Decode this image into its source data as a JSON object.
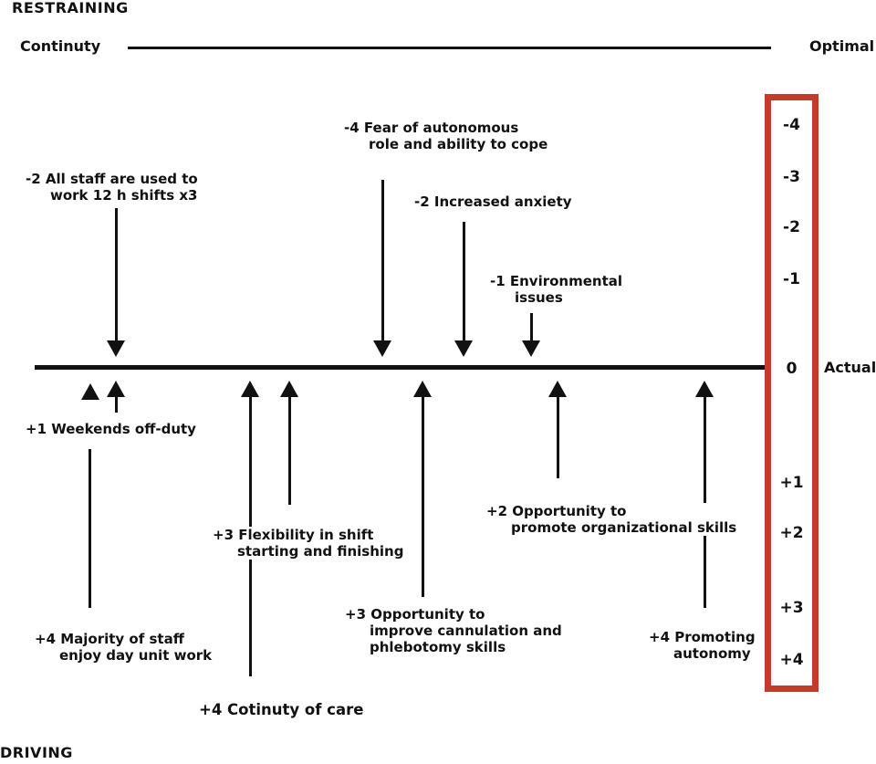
{
  "header": {
    "restraining_title": "RESTRAINING",
    "driving_title": "DRIVING",
    "left_axis_label": "Continuty",
    "right_axis_label": "Optimal",
    "actual_label": "Actual"
  },
  "scale": {
    "box_color": "#c63a2b",
    "values": [
      "-4",
      "-3",
      "-2",
      "-1",
      "0",
      "+1",
      "+2",
      "+3",
      "+4"
    ]
  },
  "restraining_forces": [
    {
      "score": -2,
      "label": "-2 All staff are used to\nwork 12 h shifts x3"
    },
    {
      "score": -4,
      "label": "-4 Fear of autonomous\nrole and ability to cope"
    },
    {
      "score": -2,
      "label": "-2 Increased anxiety"
    },
    {
      "score": -1,
      "label": "-1 Environmental\nissues"
    }
  ],
  "driving_forces": [
    {
      "score": 1,
      "label": "+1 Weekends off-duty"
    },
    {
      "score": 4,
      "label": "+4 Majority of staff\nenjoy day unit work"
    },
    {
      "score": 4,
      "label": "+4 Cotinuty of care"
    },
    {
      "score": 3,
      "label": "+3 Flexibility in shift\nstarting and finishing"
    },
    {
      "score": 3,
      "label": "+3 Opportunity to\nimprove cannulation and\nphlebotomy skills"
    },
    {
      "score": 2,
      "label": "+2 Opportunity to\npromote organizational skills"
    },
    {
      "score": 4,
      "label": "+4 Promoting\nautonomy"
    }
  ]
}
